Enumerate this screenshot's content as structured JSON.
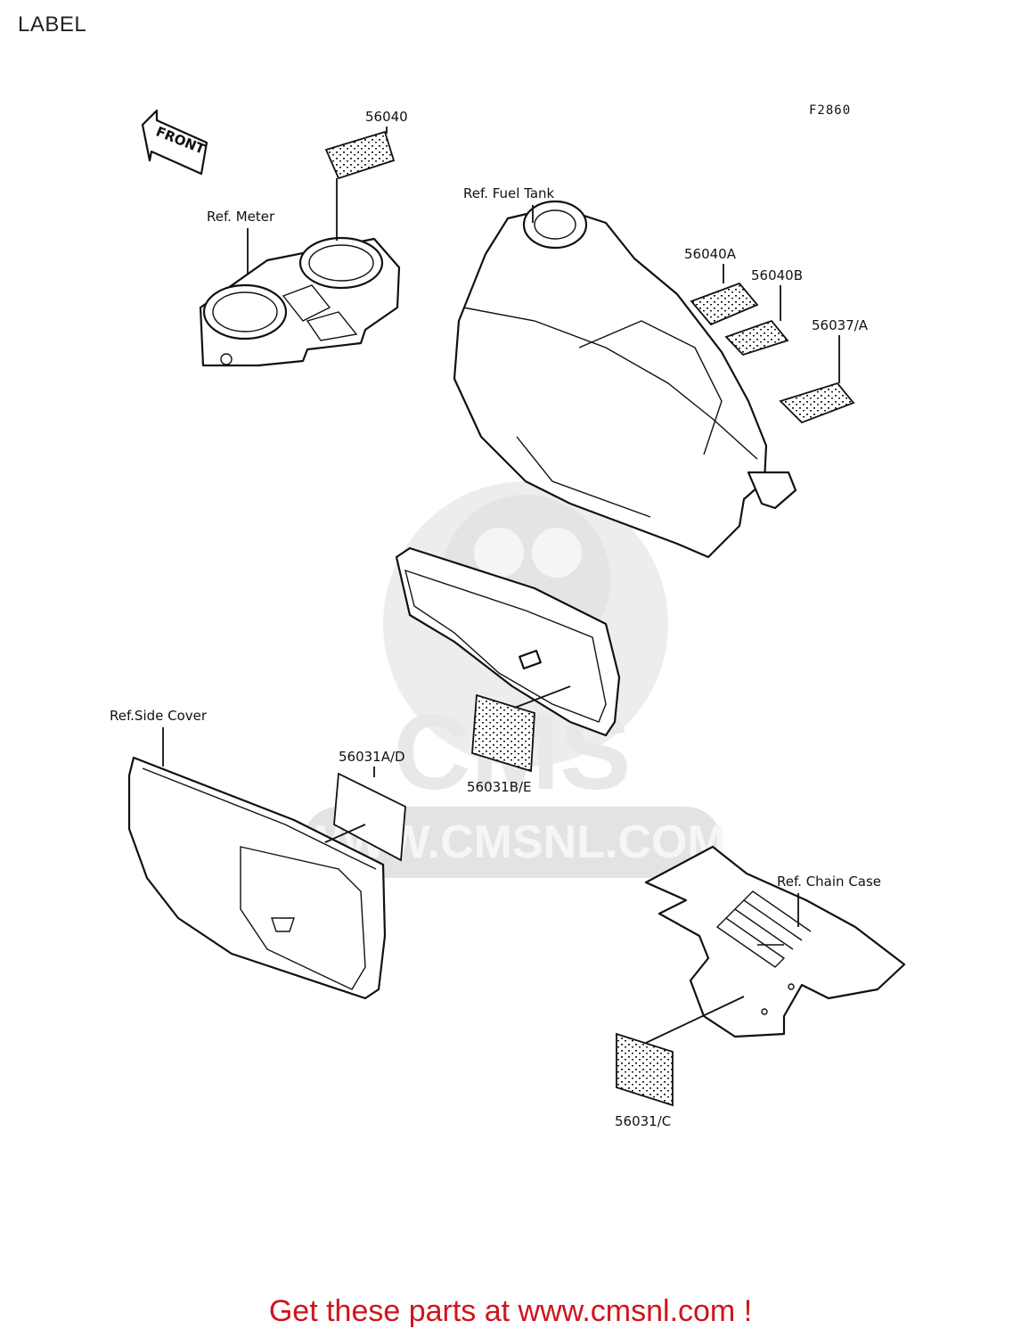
{
  "page": {
    "title": "LABEL"
  },
  "figure": {
    "code": "F2860"
  },
  "watermark": {
    "text": "WWW.CMSNL.COM",
    "brand": "CMS"
  },
  "labels": {
    "front": "FRONT",
    "ref_meter": "Ref. Meter",
    "ref_fuel_tank": "Ref. Fuel Tank",
    "ref_side_cover": "Ref.Side Cover",
    "ref_chain_case": "Ref. Chain Case"
  },
  "parts": {
    "p56040": "56040",
    "p56040A": "56040A",
    "p56040B": "56040B",
    "p56037A": "56037/A",
    "p56031AD": "56031A/D",
    "p56031BE": "56031B/E",
    "p56031C": "56031/C"
  },
  "footer": {
    "text": "Get these parts at www.cmsnl.com !"
  },
  "colors": {
    "footer": "#d0141c",
    "watermark": "#dcdcdc",
    "ink": "#111111"
  }
}
